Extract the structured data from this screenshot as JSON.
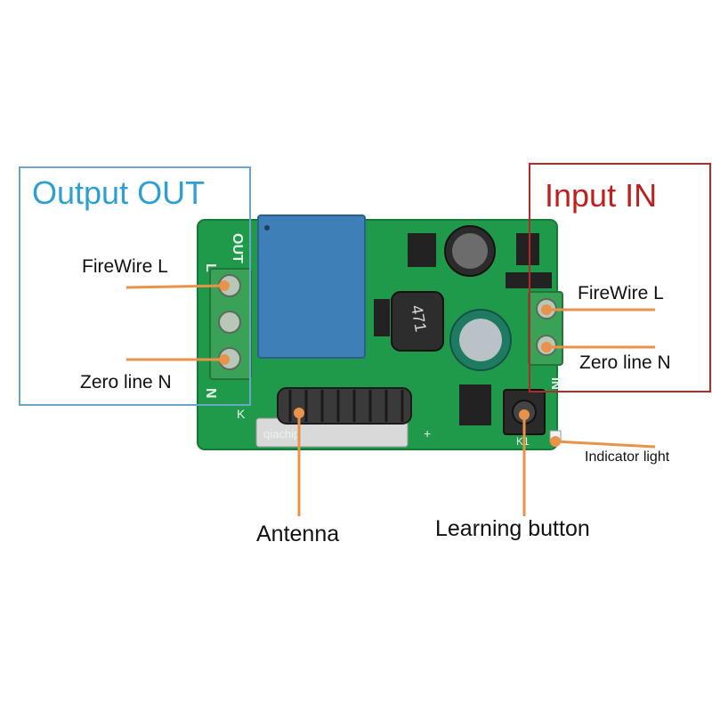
{
  "output_box": {
    "title": "Output OUT",
    "line_l": "FireWire L",
    "line_n": "Zero line N"
  },
  "input_box": {
    "title": "Input IN",
    "line_l": "FireWire L",
    "line_n": "Zero line N"
  },
  "callouts": {
    "antenna": "Antenna",
    "learning_button": "Learning button",
    "indicator_light": "Indicator light"
  },
  "board_print": {
    "out_label": "OUT",
    "l_label": "L",
    "n_label": "N",
    "in_label": "IN",
    "inductor_code": "471",
    "chip_brand": "qiachip",
    "k_label": "K",
    "k1_label": "K1",
    "plus": "+"
  },
  "colors": {
    "pcb": "#1f9a4a",
    "relay": "#3e7fb8",
    "terminal": "#3aa257",
    "leader": "#e8924a",
    "out_accent": "#2e9fd0",
    "in_accent": "#c01f1f"
  }
}
